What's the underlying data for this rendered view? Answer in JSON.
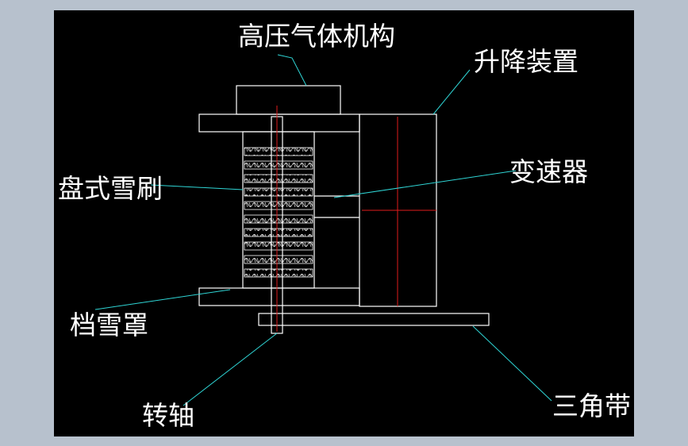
{
  "labels": {
    "high_pressure_gas": "高压气体机构",
    "lifting_device": "升降装置",
    "gearbox": "变速器",
    "disc_brush": "盘式雪刷",
    "snow_guard": "档雪罩",
    "shaft": "转轴",
    "v_belt": "三角带"
  },
  "colors": {
    "background": "#000000",
    "frame": "#b7c1cd",
    "outline": "#ffffff",
    "leader_line": "#2fd6d6",
    "center_line": "#e11b1b"
  }
}
